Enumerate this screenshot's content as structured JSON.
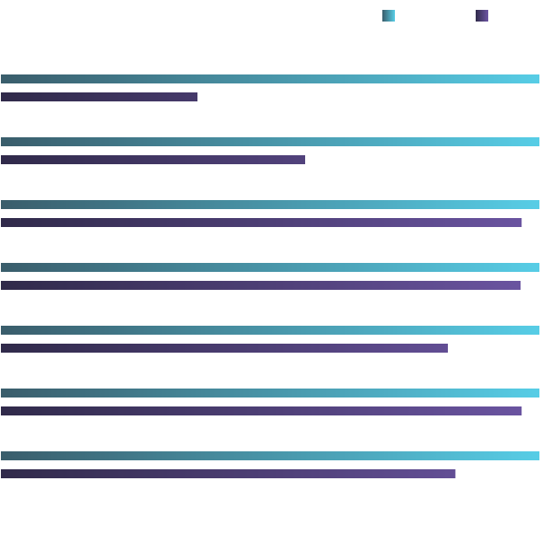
{
  "chart_data": {
    "type": "bar",
    "orientation": "horizontal",
    "categories": [
      "",
      "",
      "",
      "",
      "",
      "",
      ""
    ],
    "series": [
      {
        "values": [
          100,
          100,
          100,
          100,
          100,
          100,
          100
        ],
        "gradient": [
          "#3a5d6b",
          "#57cde6"
        ]
      },
      {
        "values": [
          36.5,
          56.5,
          96.7,
          96.5,
          83,
          96.7,
          84.4
        ],
        "gradient": [
          "#302a4a",
          "#6c55a3"
        ]
      }
    ],
    "xlim": [
      0,
      100
    ],
    "grid": false,
    "legend": {
      "position": "top-right"
    }
  }
}
